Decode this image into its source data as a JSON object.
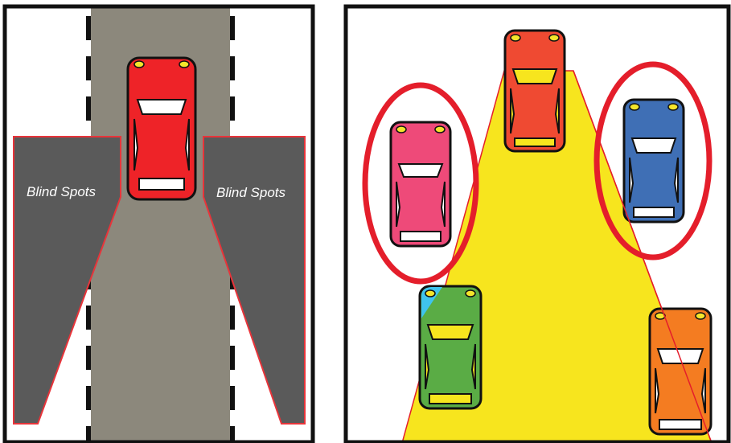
{
  "labels": {
    "left_blind_spot": "Blind Spots",
    "right_blind_spot": "Blind Spots"
  },
  "colors": {
    "road": "#8c887c",
    "blind_zone": "#5a5a5a",
    "blind_zone_border": "#e8343a",
    "frame": "#111111",
    "highlight_ring": "#e41e2b",
    "vision_cone": "#f7e51e",
    "car_red": "#ee2328",
    "car_orange_red": "#ef4a32",
    "car_pink": "#ee4a79",
    "car_blue": "#3f6fb5",
    "car_green": "#5aac45",
    "car_orange": "#f47c21",
    "headlight": "#f4e52b"
  },
  "panels": [
    {
      "name": "left-panel",
      "cars": [
        "car_red"
      ],
      "zones": [
        "left_blind_spot",
        "right_blind_spot"
      ]
    },
    {
      "name": "right-panel",
      "cars": [
        "car_orange_red",
        "car_pink",
        "car_blue",
        "car_green",
        "car_orange"
      ],
      "highlighted": [
        "car_pink",
        "car_blue"
      ]
    }
  ]
}
